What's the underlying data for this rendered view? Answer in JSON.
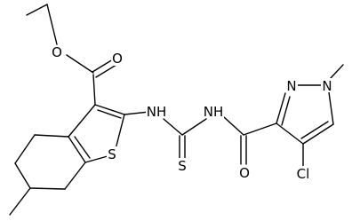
{
  "diagram": {
    "type": "chemical-structure",
    "atom_labels": {
      "ester_o_single": "O",
      "ester_o_double": "O",
      "nh_left": "NH",
      "nh_right": "NH",
      "ring_s": "S",
      "thione_s": "S",
      "amide_o": "O",
      "pyrazole_n1": "N",
      "pyrazole_n2": "N",
      "chloro": "Cl"
    }
  }
}
